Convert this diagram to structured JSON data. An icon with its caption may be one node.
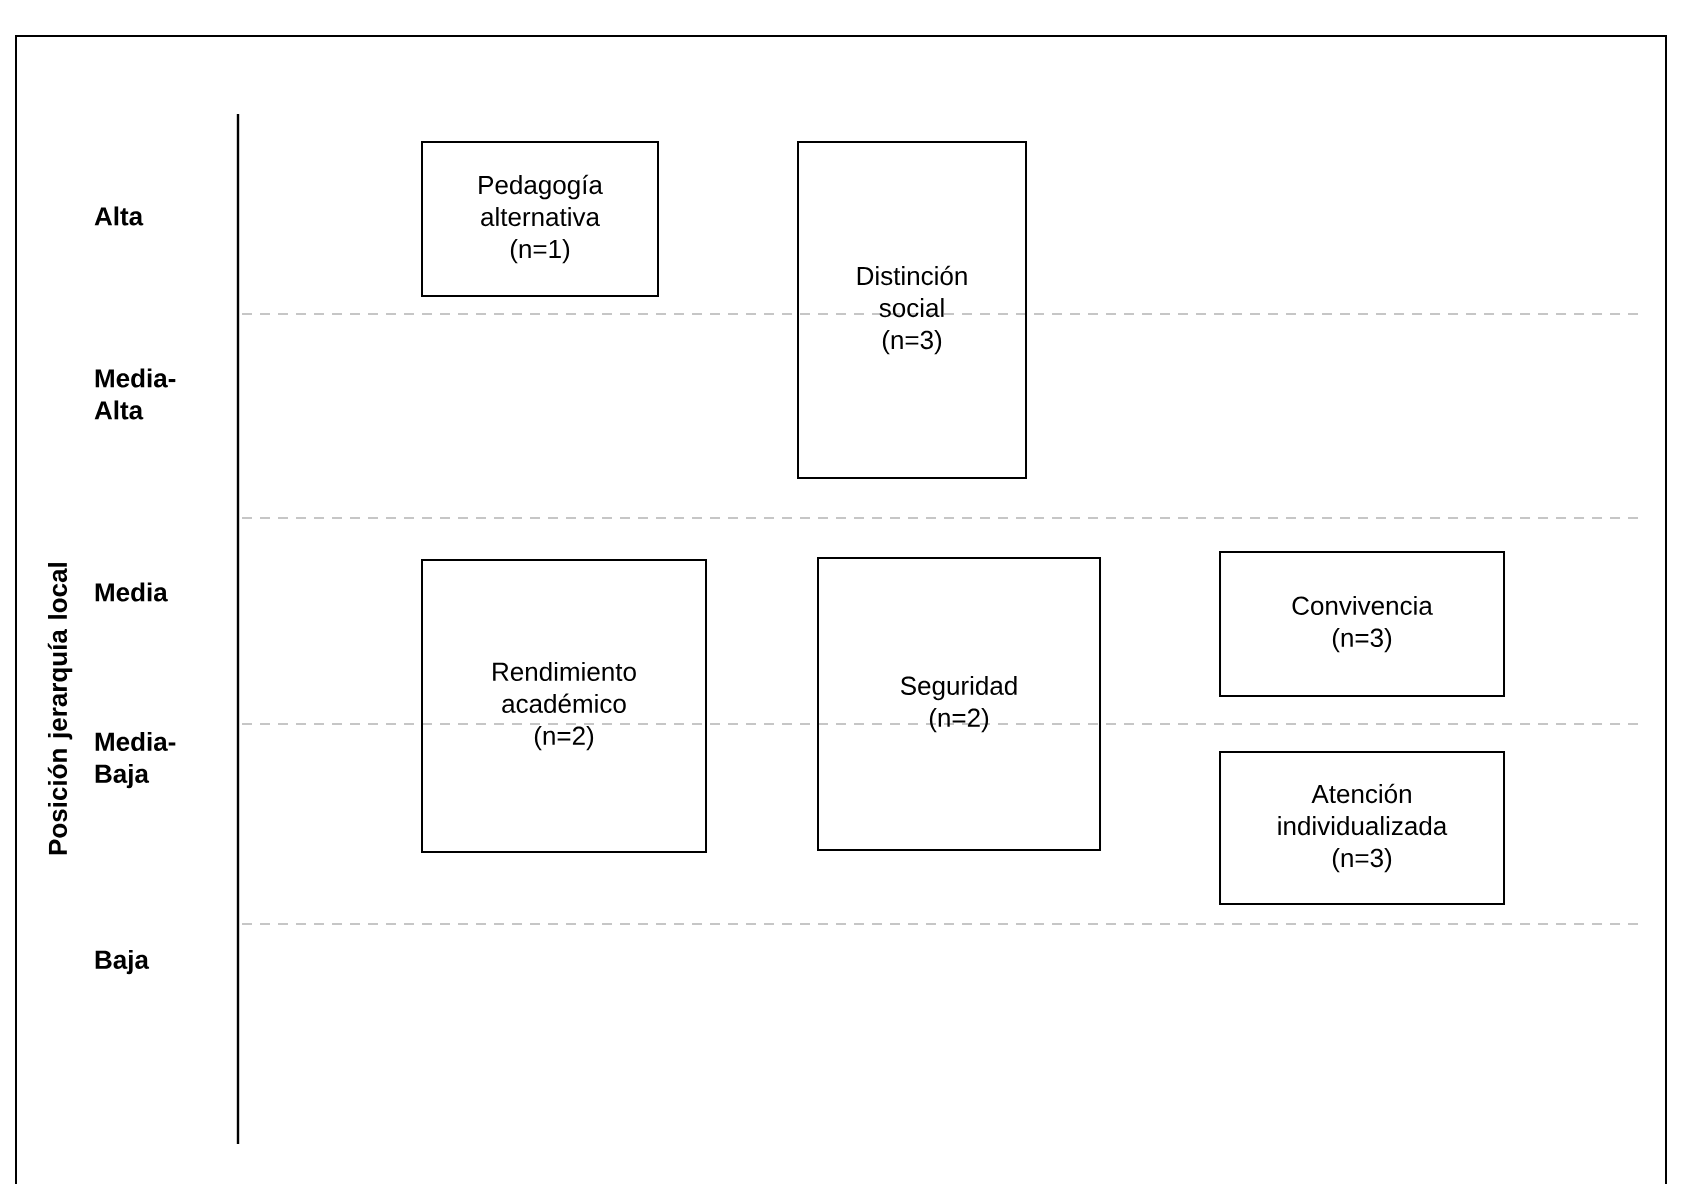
{
  "diagram": {
    "nodes": [
      {
        "text": [
          "Pedagogía alternativa",
          "(n=1)"
        ]
      },
      {
        "text": [
          "Distinción social",
          "(n=3)"
        ]
      },
      {
        "text": [
          "Rendimiento académico",
          "(n=2)"
        ]
      },
      {
        "text": [
          "Seguridad",
          "(n=2)"
        ]
      },
      {
        "text": [
          "Convivencia",
          "(n=3)"
        ]
      },
      {
        "text": [
          "Atención individualizada",
          "(n=3)"
        ]
      }
    ],
    "labels": [
      "Posición jerarquía local",
      "Alta",
      "Media-Alta",
      "Media",
      "Media-Baja",
      "Baja"
    ]
  }
}
